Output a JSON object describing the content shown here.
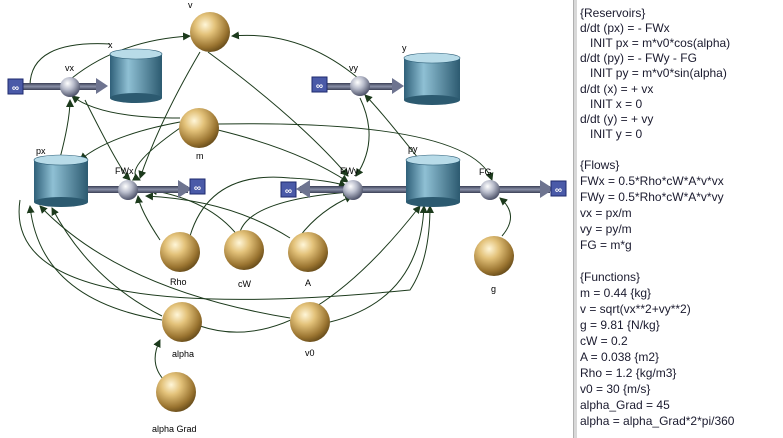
{
  "diagram": {
    "reservoirs": {
      "x": "x",
      "y": "y",
      "px": "px",
      "py": "py"
    },
    "flows": {
      "vx": "vx",
      "vy": "vy",
      "FWx": "FWx",
      "FWy": "FWy",
      "FG": "FG"
    },
    "variables": {
      "v": "v",
      "m": "m",
      "Rho": "Rho",
      "cW": "cW",
      "A": "A",
      "g": "g",
      "alpha": "alpha",
      "v0": "v0",
      "alpha_grad": "alpha Grad"
    },
    "infinity_symbol": "∞"
  },
  "equations": [
    "{Reservoirs}",
    "d/dt (px) = - FWx",
    "   INIT px = m*v0*cos(alpha)",
    "d/dt (py) = - FWy - FG",
    "   INIT py = m*v0*sin(alpha)",
    "d/dt (x) = + vx",
    "   INIT x = 0",
    "d/dt (y) = + vy",
    "   INIT y = 0",
    "",
    "{Flows}",
    "FWx = 0.5*Rho*cW*A*v*vx",
    "FWy = 0.5*Rho*cW*A*v*vy",
    "vx = px/m",
    "vy = py/m",
    "FG = m*g",
    "",
    "{Functions}",
    "m = 0.44 {kg}",
    "v = sqrt(vx**2+vy**2)",
    "g = 9.81 {N/kg}",
    "cW = 0.2",
    "A = 0.038 {m2}",
    "Rho = 1.2 {kg/m3}",
    "v0 = 30 {m/s}",
    "alpha_Grad = 45",
    "alpha = alpha_Grad*2*pi/360"
  ],
  "colors": {
    "equation_text": "#1a1a2e",
    "link": "#1c3a1c",
    "reservoir": "#5a8da3",
    "variable": "#c9a55a",
    "flow_node": "#8a8fa8",
    "infinity_box": "#4a5aa8"
  }
}
